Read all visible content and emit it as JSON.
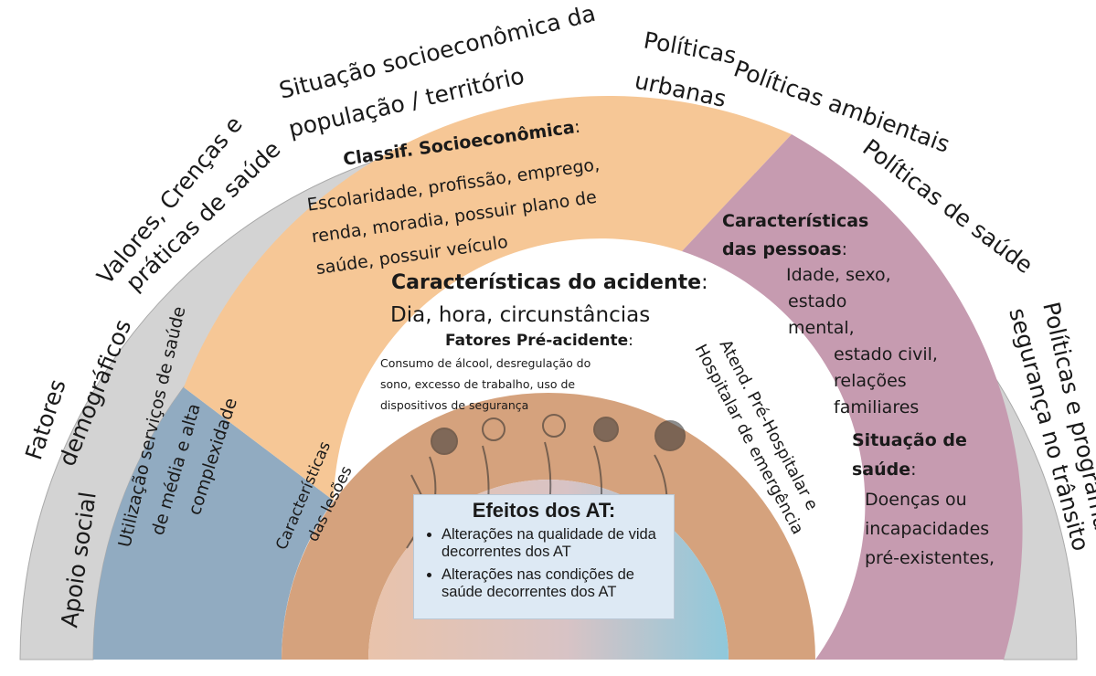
{
  "colors": {
    "outer_ring": "#d3d3d3",
    "blue_band": "#91abc1",
    "orange_band": "#f6c796",
    "pink_band": "#c69bb0",
    "accident_band": "#d5a27d",
    "inner_pink": "#e8c1a8",
    "inner_blue": "#8fc7da",
    "effects_box": "#dde9f4"
  },
  "outer_ring": {
    "apoio_social": "Apoio social",
    "fatores_demograficos_1": "Fatores",
    "fatores_demograficos_2": "demográficos",
    "valores_1": "Valores, Crenças e",
    "valores_2": "práticas de saúde",
    "situacao_1": "Situação socioeconômica da",
    "situacao_2": "população / território",
    "politicas_urbanas_1": "Políticas",
    "politicas_urbanas_2": "urbanas",
    "politicas_ambientais": "Políticas ambientais",
    "politicas_saude": "Políticas de saúde",
    "transito_1": "Políticas e programas de",
    "transito_2": "segurança no trânsito"
  },
  "servicos": {
    "line1": "Utilização serviços de saúde",
    "line2": "de média e alta",
    "line3": "complexidade"
  },
  "classif": {
    "title": "Classif. Socioeconômica",
    "colon": ":",
    "line1": "Escolaridade, profissão, emprego,",
    "line2": "renda, moradia, possuir plano de",
    "line3": "saúde, possuir veículo"
  },
  "pessoas": {
    "title1": "Características",
    "title2": "das pessoas",
    "colon": ":",
    "line1": "Idade, sexo,",
    "line2": "estado",
    "line3": "mental,",
    "line4": "estado civil,",
    "line5": "relações",
    "line6": "familiares"
  },
  "situacao_saude": {
    "title1": "Situação de",
    "title2": "saúde",
    "colon": ":",
    "line1": "Doenças ou",
    "line2": "incapacidades",
    "line3": "pré-existentes,"
  },
  "acidente": {
    "title": "Características do acidente",
    "colon": ":",
    "subtitle": "Dia, hora, circunstâncias"
  },
  "pre_acidente": {
    "title": "Fatores Pré-acidente",
    "colon": ":",
    "line1": "Consumo de álcool, desregulação do",
    "line2": "sono, excesso de trabalho, uso de",
    "line3": "dispositivos de segurança"
  },
  "lesoes": {
    "line1": "Características",
    "line2": "das lesões"
  },
  "atendimento": {
    "line1": "Atend. Pré-Hospitalar e",
    "line2": "Hospitalar de emergência"
  },
  "efeitos": {
    "title": "Efeitos dos AT:",
    "items": [
      "Alterações na qualidade de vida decorrentes dos AT",
      "Alterações nas condições de saúde decorrentes dos AT"
    ]
  }
}
